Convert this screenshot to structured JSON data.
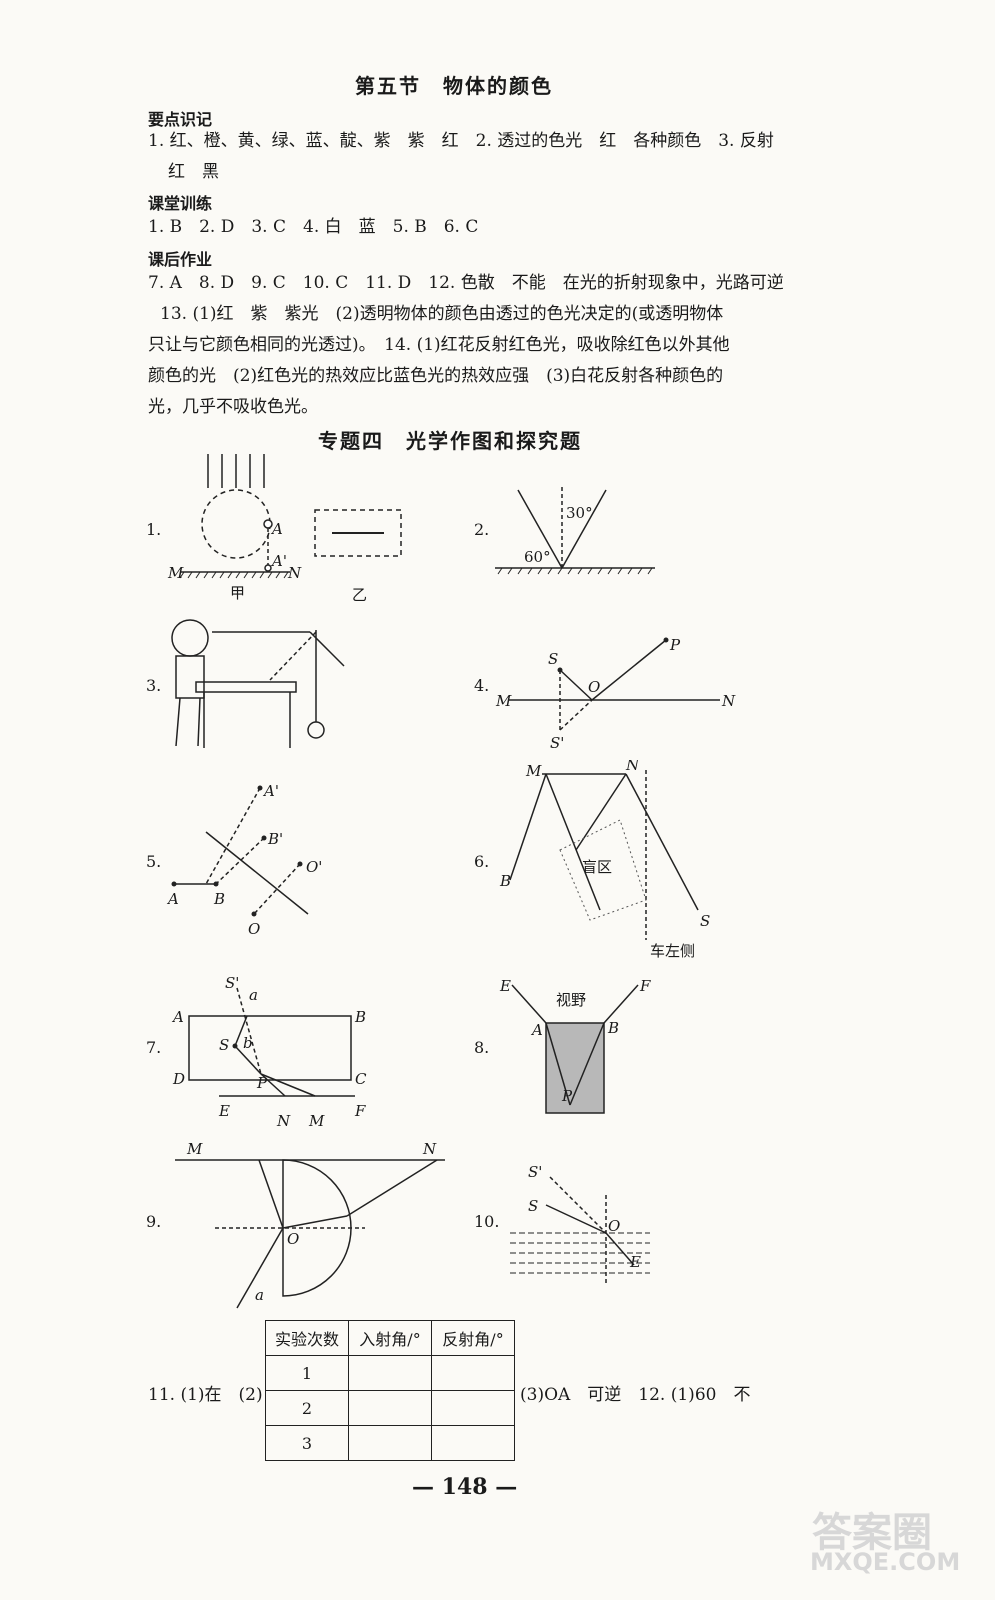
{
  "section5": {
    "title": "第五节　物体的颜色",
    "h_key": "要点识记",
    "key_l1": "1. 红、橙、黄、绿、蓝、靛、紫　紫　红　2. 透过的色光　红　各种颜色　3. 反射",
    "key_l2": "红　黑",
    "h_class": "课堂训练",
    "class_l1": "1. B　2. D　3. C　4. 白　蓝　5. B　6. C",
    "h_home": "课后作业",
    "home_l1": "7. A　8. D　9. C　10. C　11. D　12. 色散　不能　在光的折射现象中，光路可逆",
    "home_l2": "13. (1)红　紫　紫光　(2)透明物体的颜色由透过的色光决定的(或透明物体",
    "home_l3": "只让与它颜色相同的光透过)。　14. (1)红花反射红色光，吸收除红色以外其他",
    "home_l4": "颜色的光　(2)红色光的热效应比蓝色光的热效应强　(3)白花反射各种颜色的",
    "home_l5": "光，几乎不吸收色光。"
  },
  "topic4": {
    "title": "专题四　光学作图和探究题"
  },
  "figures": {
    "n1": "1.",
    "n2": "2.",
    "n3": "3.",
    "n4": "4.",
    "n5": "5.",
    "n6": "6.",
    "n7": "7.",
    "n8": "8.",
    "n9": "9.",
    "n10": "10.",
    "f1_left": "甲",
    "f1_right": "乙",
    "f2_a30": "30°",
    "f2_a60": "60°",
    "f6_blind": "盲区",
    "f6_side": "车左侧",
    "f8_view": "视野"
  },
  "q11": {
    "prefix": "11. (1)在　(2)",
    "suffix": "(3)OA　可逆　12. (1)60　不",
    "headers": [
      "实验次数",
      "入射角/°",
      "反射角/°"
    ],
    "rows": [
      "1",
      "2",
      "3"
    ]
  },
  "page_number": "148",
  "watermark": {
    "line1": "答案圈",
    "line2": "MXQE.COM"
  }
}
